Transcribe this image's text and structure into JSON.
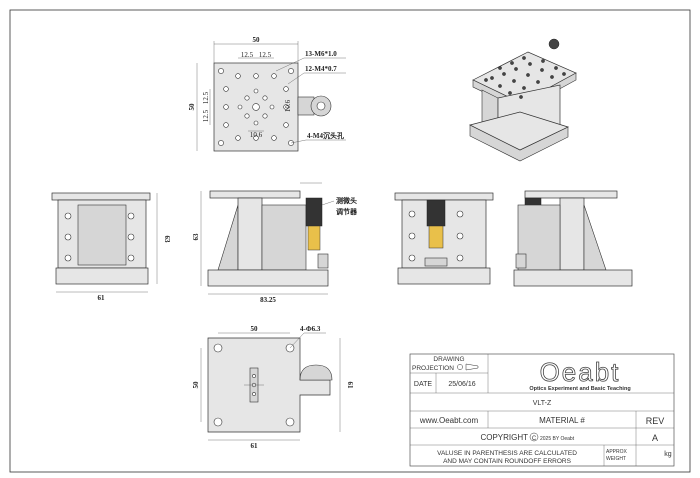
{
  "drawing": {
    "top_view": {
      "dim_width": "50",
      "dim_half_left": "12.5",
      "dim_half_right": "12.5",
      "dim_height": "50",
      "dim_v1": "12.5",
      "dim_v2": "12.5",
      "dim_side_right": "10.6",
      "dim_bottom": "10.6",
      "callout_m6": "13-M6*1.0",
      "callout_m4": "12-M4*0.7",
      "callout_c": "4-M4沉头孔"
    },
    "front_view": {
      "dim_width": "61",
      "dim_height": "63"
    },
    "side_view": {
      "dim_width": "83.25",
      "dim_height": "63",
      "callout_line1": "测微头",
      "callout_line2": "调节器"
    },
    "bottom_view": {
      "dim_top": "50",
      "dim_left": "50",
      "dim_bottom": "61",
      "dim_right": "61",
      "callout_holes": "4-Φ6.3"
    }
  },
  "title_block": {
    "drawing_label": "DRAWING",
    "projection_label": "PROJECTION",
    "date_label": "DATE",
    "date_value": "25/06/16",
    "logo_text": "Oeabt",
    "logo_tagline": "Optics Experiment and Basic Teaching",
    "part_name": "VLT-Z",
    "website": "www.Oeabt.com",
    "material_label": "MATERIAL #",
    "rev_label": "REV",
    "rev_value": "A",
    "copyright_label": "COPYRIGHT",
    "copyright_year": "2025 BY Oeabt",
    "note_line1": "VALUSE IN PARENTHESIS ARE CALCULATED",
    "note_line2": "AND MAY CONTAIN ROUNDOFF ERRORS",
    "weight_label_1": "APPROX",
    "weight_label_2": "WEIGHT",
    "weight_unit": "kg"
  }
}
